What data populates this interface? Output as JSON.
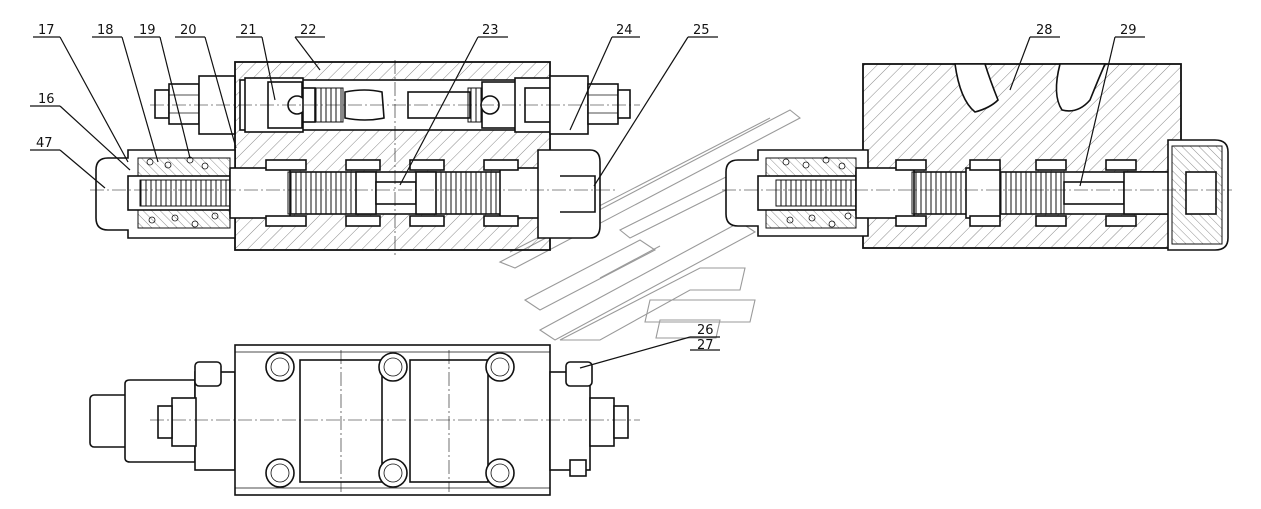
{
  "callouts": [
    {
      "id": "c17",
      "text": "17"
    },
    {
      "id": "c18",
      "text": "18"
    },
    {
      "id": "c19",
      "text": "19"
    },
    {
      "id": "c20",
      "text": "20"
    },
    {
      "id": "c21",
      "text": "21"
    },
    {
      "id": "c22",
      "text": "22"
    },
    {
      "id": "c23",
      "text": "23"
    },
    {
      "id": "c24",
      "text": "24"
    },
    {
      "id": "c25",
      "text": "25"
    },
    {
      "id": "c16",
      "text": "16"
    },
    {
      "id": "c47",
      "text": "47"
    },
    {
      "id": "c28",
      "text": "28"
    },
    {
      "id": "c29",
      "text": "29"
    },
    {
      "id": "c26",
      "text": "26"
    },
    {
      "id": "c27",
      "text": "27"
    }
  ]
}
